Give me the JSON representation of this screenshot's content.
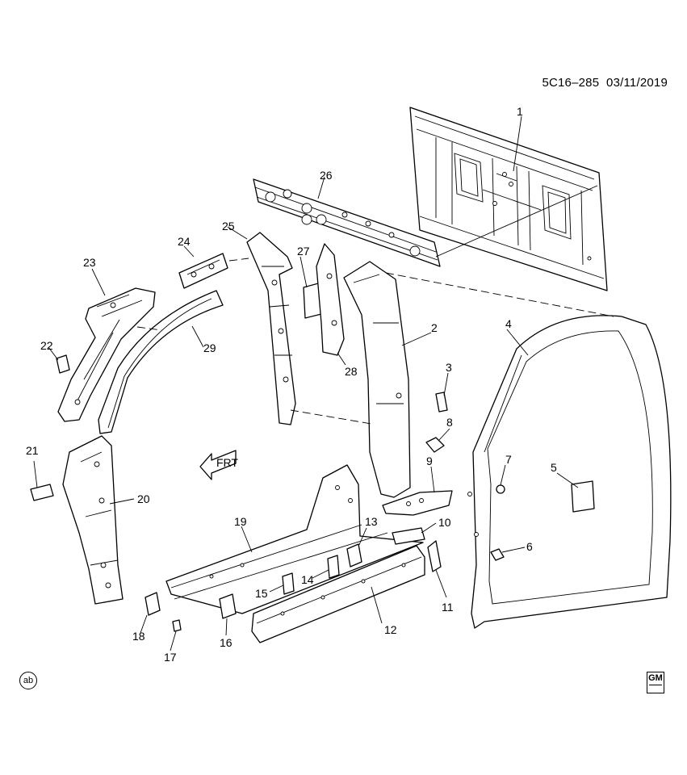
{
  "header": {
    "diagram_id": "5C16–285",
    "date": "03/11/2019"
  },
  "callouts": [
    {
      "id": "c1",
      "label": "1"
    },
    {
      "id": "c2",
      "label": "2"
    },
    {
      "id": "c3",
      "label": "3"
    },
    {
      "id": "c4",
      "label": "4"
    },
    {
      "id": "c5",
      "label": "5"
    },
    {
      "id": "c6",
      "label": "6"
    },
    {
      "id": "c7",
      "label": "7"
    },
    {
      "id": "c8",
      "label": "8"
    },
    {
      "id": "c9",
      "label": "9"
    },
    {
      "id": "c10",
      "label": "10"
    },
    {
      "id": "c11",
      "label": "11"
    },
    {
      "id": "c12",
      "label": "12"
    },
    {
      "id": "c13",
      "label": "13"
    },
    {
      "id": "c14",
      "label": "14"
    },
    {
      "id": "c15",
      "label": "15"
    },
    {
      "id": "c16",
      "label": "16"
    },
    {
      "id": "c17",
      "label": "17"
    },
    {
      "id": "c18",
      "label": "18"
    },
    {
      "id": "c19",
      "label": "19"
    },
    {
      "id": "c20",
      "label": "20"
    },
    {
      "id": "c21",
      "label": "21"
    },
    {
      "id": "c22",
      "label": "22"
    },
    {
      "id": "c23",
      "label": "23"
    },
    {
      "id": "c24",
      "label": "24"
    },
    {
      "id": "c25",
      "label": "25"
    },
    {
      "id": "c26",
      "label": "26"
    },
    {
      "id": "c27",
      "label": "27"
    },
    {
      "id": "c28",
      "label": "28"
    },
    {
      "id": "c29",
      "label": "29"
    }
  ],
  "orientation_arrow": {
    "label": "FRT"
  },
  "footer": {
    "left_badge": "ab",
    "logo_text": "GM"
  },
  "colors": {
    "ink": "#000000",
    "paper": "#ffffff"
  }
}
